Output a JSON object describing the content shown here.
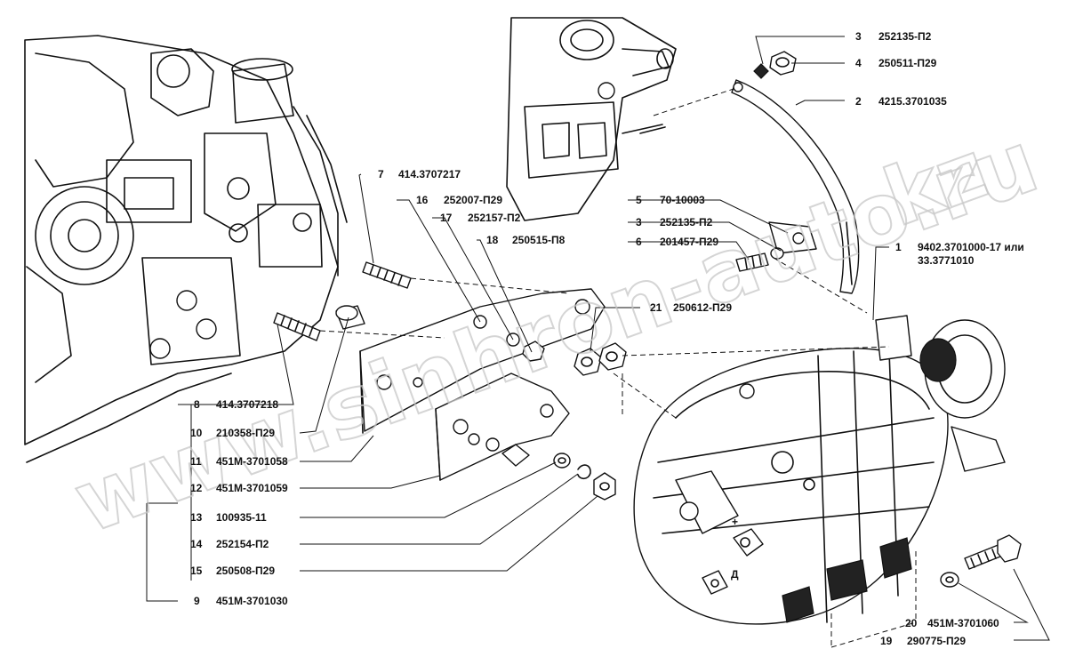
{
  "watermark": {
    "site_text": "www.sinhron-auto.ru",
    "domain_text": "kz"
  },
  "callouts": [
    {
      "num": "3",
      "part": "252135-П2"
    },
    {
      "num": "4",
      "part": "250511-П29"
    },
    {
      "num": "2",
      "part": "4215.3701035"
    },
    {
      "num": "7",
      "part": "414.3707217"
    },
    {
      "num": "16",
      "part": "252007-П29"
    },
    {
      "num": "17",
      "part": "252157-П2"
    },
    {
      "num": "18",
      "part": "250515-П8"
    },
    {
      "num": "5",
      "part": "70-10003"
    },
    {
      "num": "3",
      "part": "252135-П2"
    },
    {
      "num": "6",
      "part": "201457-П29"
    },
    {
      "num": "1",
      "part": "9402.3701000-17 или",
      "part2": "33.3771010"
    },
    {
      "num": "21",
      "part": "250612-П29"
    },
    {
      "num": "8",
      "part": "414.3707218"
    },
    {
      "num": "10",
      "part": "210358-П29"
    },
    {
      "num": "11",
      "part": "451М-3701058"
    },
    {
      "num": "12",
      "part": "451М-3701059"
    },
    {
      "num": "13",
      "part": "100935-11"
    },
    {
      "num": "14",
      "part": "252154-П2"
    },
    {
      "num": "15",
      "part": "250508-П29"
    },
    {
      "num": "9",
      "part": "451М-3701030"
    },
    {
      "num": "20",
      "part": "451М-3701060"
    },
    {
      "num": "19",
      "part": "290775-П29"
    }
  ],
  "alternator_marks": {
    "plus": "+",
    "d": "Д"
  }
}
